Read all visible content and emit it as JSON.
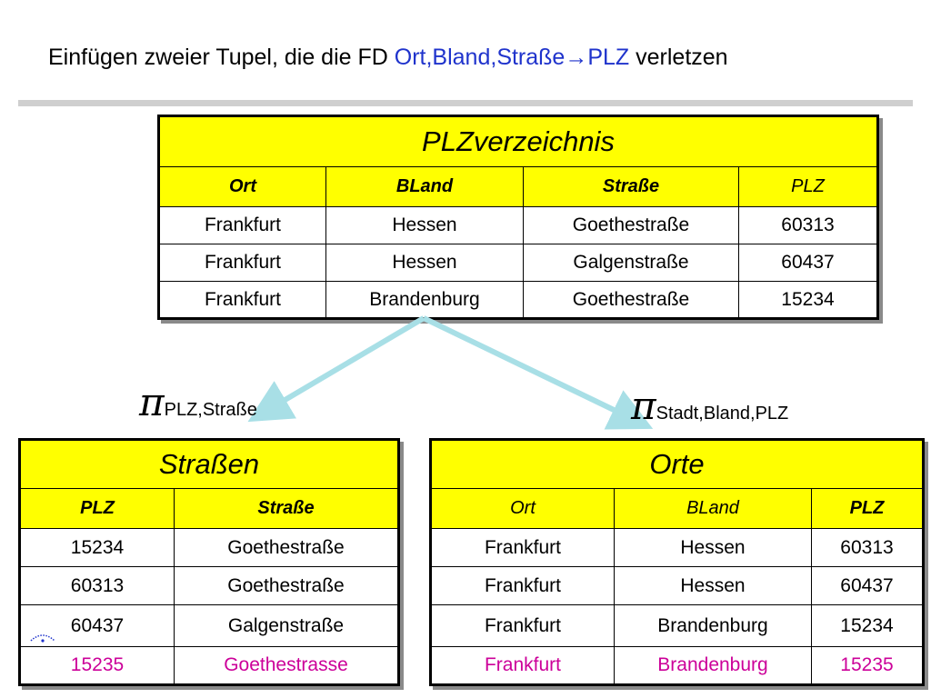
{
  "title": {
    "prefix": "Einfügen zweier Tupel, die die FD ",
    "fd": "Ort,Bland,Straße→PLZ",
    "suffix": " verletzen"
  },
  "colors": {
    "header_fill": "#ffff00",
    "new_tuple": "#cc0099",
    "fd_highlight": "#1f33cc",
    "arrow": "#a8dfe6"
  },
  "plzverzeichnis": {
    "caption": "PLZverzeichnis",
    "columns": [
      "Ort",
      "BLand",
      "Straße",
      "PLZ"
    ],
    "rows": [
      [
        "Frankfurt",
        "Hessen",
        "Goethestraße",
        "60313"
      ],
      [
        "Frankfurt",
        "Hessen",
        "Galgenstraße",
        "60437"
      ],
      [
        "Frankfurt",
        "Brandenburg",
        "Goethestraße",
        "15234"
      ]
    ]
  },
  "projections": {
    "symbol": "π",
    "left_subscript": "PLZ,Straße",
    "right_subscript": "Stadt,Bland,PLZ"
  },
  "strassen": {
    "caption": "Straßen",
    "columns": [
      "PLZ",
      "Straße"
    ],
    "rows": [
      [
        "15234",
        "Goethestraße"
      ],
      [
        "60313",
        "Goethestraße"
      ],
      [
        "60437",
        "Galgenstraße"
      ]
    ],
    "new_row": [
      "15235",
      "Goethestrasse"
    ]
  },
  "orte": {
    "caption": "Orte",
    "columns": [
      "Ort",
      "BLand",
      "PLZ"
    ],
    "rows": [
      [
        "Frankfurt",
        "Hessen",
        "60313"
      ],
      [
        "Frankfurt",
        "Hessen",
        "60437"
      ],
      [
        "Frankfurt",
        "Brandenburg",
        "15234"
      ]
    ],
    "new_row": [
      "Frankfurt",
      "Brandenburg",
      "15235"
    ]
  }
}
